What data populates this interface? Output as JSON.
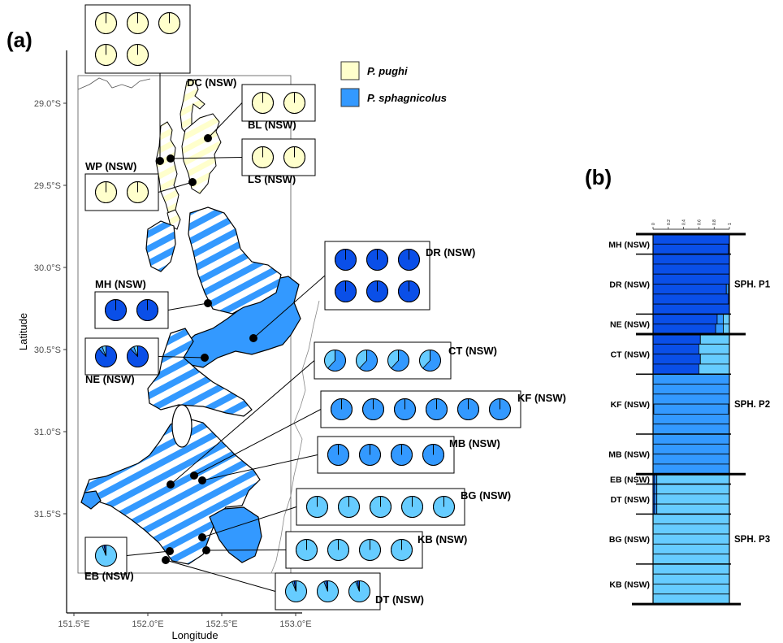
{
  "figure": {
    "panel_a_label": "(a)",
    "panel_b_label": "(b)"
  },
  "colors": {
    "pughi": "#FFFFCC",
    "sph_p1": "#0A4FE8",
    "sph_p2": "#3399FF",
    "sph_p3": "#66CCFF",
    "range_blue": "#3399FF",
    "outline": "#000000"
  },
  "map": {
    "xlabel": "Longitude",
    "ylabel": "Latitude",
    "x_ticks": [
      "151.5°E",
      "152.0°E",
      "152.5°E",
      "153.0°E"
    ],
    "x_values": [
      151.5,
      152.0,
      152.5,
      153.0
    ],
    "y_ticks": [
      "29.0°S",
      "29.5°S",
      "30.0°S",
      "30.5°S",
      "31.0°S",
      "31.5°S"
    ],
    "y_values": [
      29.0,
      29.5,
      30.0,
      30.5,
      31.0,
      31.5
    ],
    "legend": [
      {
        "label": "P. pughi",
        "color_key": "pughi"
      },
      {
        "label": "P. sphagnicolus",
        "color_key": "range_blue"
      }
    ]
  },
  "sites": [
    {
      "code": "DC (NSW)",
      "n": 5,
      "pie": [
        {
          "c": "pughi",
          "v": 1.0
        }
      ]
    },
    {
      "code": "BL (NSW)",
      "n": 2,
      "pie": [
        {
          "c": "pughi",
          "v": 1.0
        }
      ]
    },
    {
      "code": "LS (NSW)",
      "n": 2,
      "pie": [
        {
          "c": "pughi",
          "v": 1.0
        }
      ]
    },
    {
      "code": "WP (NSW)",
      "n": 2,
      "pie": [
        {
          "c": "pughi",
          "v": 1.0
        }
      ]
    },
    {
      "code": "DR (NSW)",
      "n": 6,
      "pie": [
        {
          "c": "sph_p1",
          "v": 1.0
        }
      ]
    },
    {
      "code": "MH (NSW)",
      "n": 2,
      "pie": [
        {
          "c": "sph_p1",
          "v": 1.0
        }
      ]
    },
    {
      "code": "NE (NSW)",
      "n": 2,
      "pie": [
        {
          "c": "sph_p1",
          "v": 0.88
        },
        {
          "c": "sph_p2",
          "v": 0.06
        },
        {
          "c": "sph_p3",
          "v": 0.06
        }
      ]
    },
    {
      "code": "CT (NSW)",
      "n": 4,
      "pie": [
        {
          "c": "sph_p2",
          "v": 0.62
        },
        {
          "c": "sph_p3",
          "v": 0.38
        }
      ]
    },
    {
      "code": "KF (NSW)",
      "n": 6,
      "pie": [
        {
          "c": "sph_p2",
          "v": 1.0
        }
      ]
    },
    {
      "code": "MB (NSW)",
      "n": 4,
      "pie": [
        {
          "c": "sph_p2",
          "v": 1.0
        }
      ]
    },
    {
      "code": "BG (NSW)",
      "n": 5,
      "pie": [
        {
          "c": "sph_p3",
          "v": 1.0
        }
      ]
    },
    {
      "code": "KB (NSW)",
      "n": 4,
      "pie": [
        {
          "c": "sph_p3",
          "v": 1.0
        }
      ]
    },
    {
      "code": "DT (NSW)",
      "n": 3,
      "pie": [
        {
          "c": "sph_p3",
          "v": 0.94
        },
        {
          "c": "sph_p2",
          "v": 0.03
        },
        {
          "c": "sph_p1",
          "v": 0.03
        }
      ]
    },
    {
      "code": "EB (NSW)",
      "n": 1,
      "pie": [
        {
          "c": "sph_p3",
          "v": 0.94
        },
        {
          "c": "sph_p2",
          "v": 0.03
        },
        {
          "c": "sph_p1",
          "v": 0.03
        }
      ]
    }
  ],
  "chart_data": {
    "type": "bar",
    "title": "",
    "xlabel": "",
    "ylabel": "",
    "x_ticks": [
      "0",
      "0.2",
      "0.4",
      "0.6",
      "0.8",
      "1"
    ],
    "xlim": [
      0,
      1
    ],
    "series_names": [
      "SPH. P1",
      "SPH. P2",
      "SPH. P3"
    ],
    "clusters": [
      {
        "label": "SPH. P1",
        "populations": [
          "MH (NSW)",
          "DR (NSW)",
          "NE (NSW)"
        ]
      },
      {
        "label": "SPH. P2",
        "populations": [
          "CT (NSW)",
          "KF (NSW)",
          "MB (NSW)"
        ]
      },
      {
        "label": "SPH. P3",
        "populations": [
          "EB (NSW)",
          "DT (NSW)",
          "BG (NSW)",
          "KB (NSW)"
        ]
      }
    ],
    "populations": [
      {
        "label": "MH (NSW)",
        "individuals": [
          [
            1,
            0,
            0
          ],
          [
            0.99,
            0.01,
            0
          ]
        ]
      },
      {
        "label": "DR (NSW)",
        "individuals": [
          [
            1,
            0,
            0
          ],
          [
            1,
            0,
            0
          ],
          [
            1,
            0,
            0
          ],
          [
            0.96,
            0.03,
            0.01
          ],
          [
            0.99,
            0.01,
            0
          ],
          [
            1,
            0,
            0
          ]
        ]
      },
      {
        "label": "NE (NSW)",
        "individuals": [
          [
            0.84,
            0.08,
            0.08
          ],
          [
            0.82,
            0.1,
            0.08
          ]
        ]
      },
      {
        "label": "CT (NSW)",
        "individuals": [
          [
            0.62,
            0,
            0.38
          ],
          [
            0.6,
            0,
            0.4
          ],
          [
            0.62,
            0,
            0.38
          ],
          [
            0.6,
            0,
            0.4
          ]
        ]
      },
      {
        "label": "KF (NSW)",
        "individuals": [
          [
            0,
            1,
            0
          ],
          [
            0,
            1,
            0
          ],
          [
            0,
            1,
            0
          ],
          [
            0.01,
            0.98,
            0.01
          ],
          [
            0,
            1,
            0
          ],
          [
            0,
            1,
            0
          ]
        ]
      },
      {
        "label": "MB (NSW)",
        "individuals": [
          [
            0,
            1,
            0
          ],
          [
            0,
            1,
            0
          ],
          [
            0,
            1,
            0
          ],
          [
            0,
            1,
            0
          ]
        ]
      },
      {
        "label": "EB (NSW)",
        "individuals": [
          [
            0.02,
            0.03,
            0.95
          ]
        ]
      },
      {
        "label": "DT (NSW)",
        "individuals": [
          [
            0.02,
            0.03,
            0.95
          ],
          [
            0.02,
            0.03,
            0.95
          ],
          [
            0.02,
            0.03,
            0.95
          ]
        ]
      },
      {
        "label": "BG (NSW)",
        "individuals": [
          [
            0,
            0,
            1
          ],
          [
            0,
            0,
            1
          ],
          [
            0,
            0,
            1
          ],
          [
            0,
            0,
            1
          ],
          [
            0,
            0,
            1
          ]
        ]
      },
      {
        "label": "KB (NSW)",
        "individuals": [
          [
            0,
            0,
            1
          ],
          [
            0,
            0,
            1
          ],
          [
            0,
            0,
            1
          ],
          [
            0,
            0,
            1
          ]
        ]
      }
    ]
  }
}
